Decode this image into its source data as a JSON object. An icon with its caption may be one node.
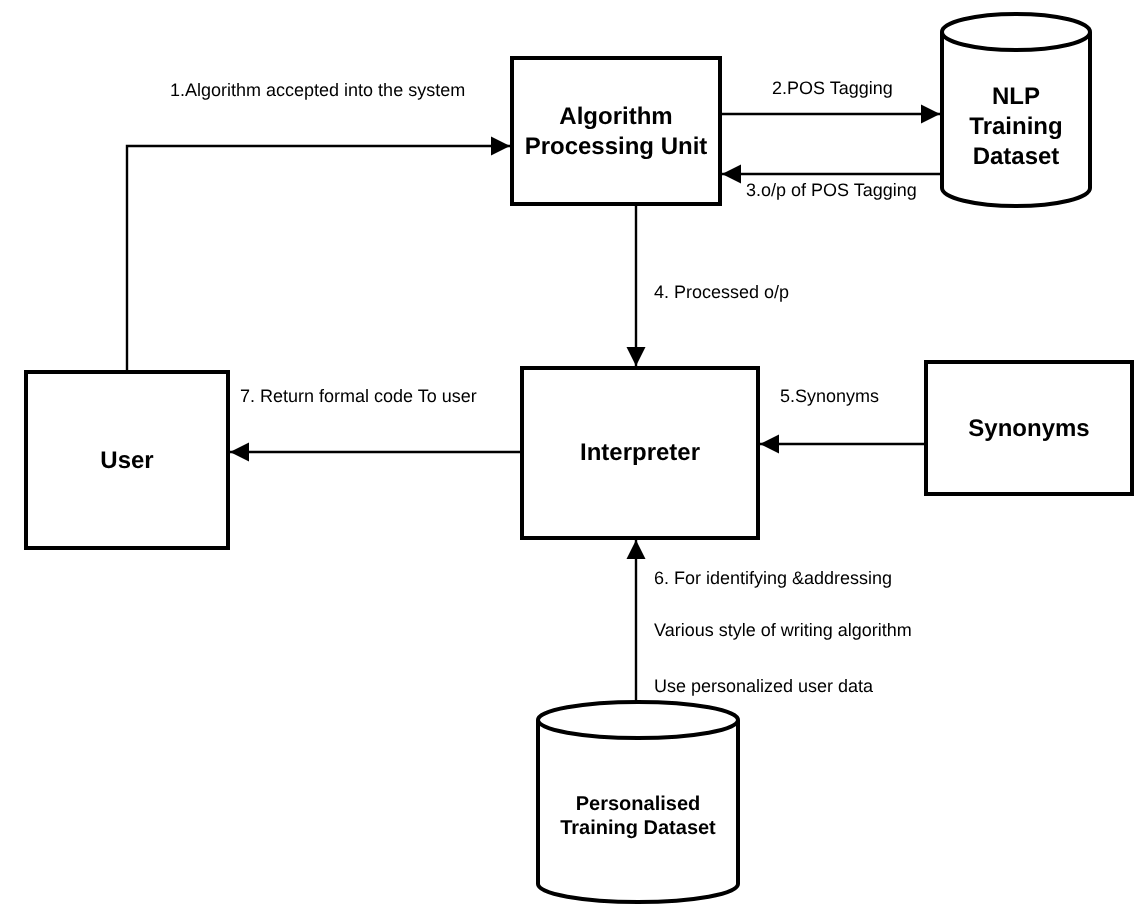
{
  "diagram": {
    "nodes": [
      {
        "text": [
          "Algorithm Processing Unit"
        ]
      },
      {
        "text": [
          "NLP Training Dataset"
        ]
      },
      {
        "text": [
          "User"
        ]
      },
      {
        "text": [
          "Interpreter"
        ]
      },
      {
        "text": [
          "Synonyms"
        ]
      },
      {
        "text": [
          "Personalised Training Dataset"
        ]
      }
    ],
    "edges": [
      {
        "from": 2,
        "to": 0,
        "arrow": "to",
        "label": "1.Algorithm accepted into the system"
      },
      {
        "from": 0,
        "to": 1,
        "arrow": "to",
        "label": "2.POS Tagging"
      },
      {
        "from": 1,
        "to": 0,
        "arrow": "to",
        "label": "3.o/p of POS Tagging"
      },
      {
        "from": 0,
        "to": 3,
        "arrow": "to",
        "label": "4. Processed o/p"
      },
      {
        "from": 4,
        "to": 3,
        "arrow": "to",
        "label": "5.Synonyms"
      },
      {
        "from": 5,
        "to": 3,
        "arrow": "to",
        "label": "6. For identifying &addressing"
      },
      {
        "from": 3,
        "to": 2,
        "arrow": "to",
        "label": "7. Return formal code To user"
      }
    ],
    "labels": [
      "Various style of writing algorithm",
      "Use personalized user data"
    ]
  }
}
